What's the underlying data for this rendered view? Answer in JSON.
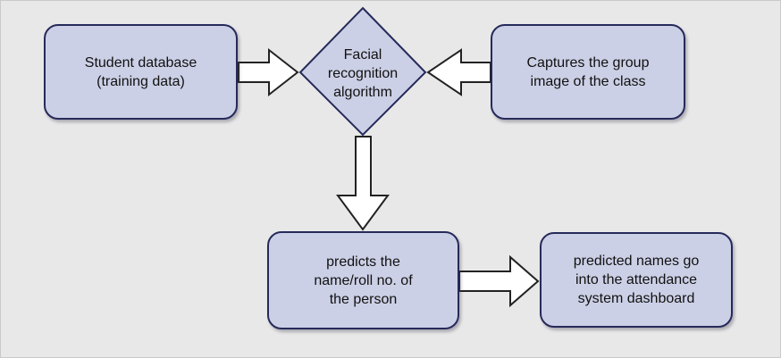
{
  "nodes": {
    "student_db": "Student database\n(training data)",
    "facial_algo": "Facial\nrecognition\nalgorithm",
    "captures": "Captures the group\nimage of the class",
    "predicts": "predicts the\nname/roll no. of\nthe person",
    "dashboard": "predicted names go\ninto the attendance\nsystem dashboard"
  },
  "colors": {
    "background": "#e8e8e8",
    "node_fill": "#ccd0e6",
    "node_border": "#262a5a",
    "arrow_fill": "#ffffff",
    "arrow_stroke": "#222222"
  }
}
